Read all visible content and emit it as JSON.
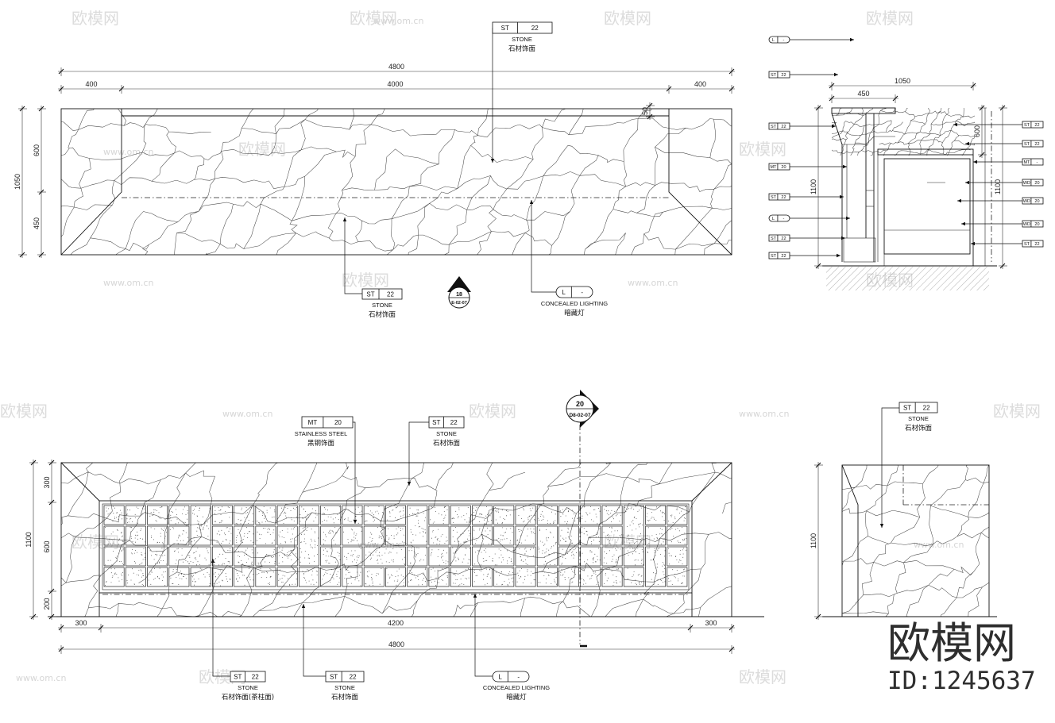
{
  "plan": {
    "dim_total": "4800",
    "dim_left": "400",
    "dim_mid": "4000",
    "dim_right": "400",
    "dim_height": "1050",
    "dim_upper": "600",
    "dim_lower": "450",
    "dim_small": "50",
    "tag_top": {
      "code": "ST",
      "num": "22",
      "en": "STONE",
      "cn": "石材饰面"
    },
    "tag_stone": {
      "code": "ST",
      "num": "22",
      "en": "STONE",
      "cn": "石材饰面"
    },
    "tag_light": {
      "code": "L",
      "num": "-",
      "en": "CONCEALED LIGHTING",
      "cn": "暗藏灯"
    },
    "section_mark": {
      "num": "18",
      "ref": "E-02-07"
    }
  },
  "section": {
    "dim_width": "1050",
    "dim_top": "450",
    "dim_left_height": "1100",
    "dim_right_upper": "600",
    "dim_right_height": "1100",
    "tags_left": [
      {
        "code": "L",
        "num": "-"
      },
      {
        "code": "ST",
        "num": "22"
      },
      {
        "code": "ST",
        "num": "22"
      },
      {
        "code": "MT",
        "num": "20"
      },
      {
        "code": "ST",
        "num": "22"
      },
      {
        "code": "L",
        "num": "-"
      },
      {
        "code": "ST",
        "num": "22"
      },
      {
        "code": "ST",
        "num": "22"
      }
    ],
    "tags_right": [
      {
        "code": "ST",
        "num": "22"
      },
      {
        "code": "ST",
        "num": "22"
      },
      {
        "code": "MT",
        "num": "-"
      },
      {
        "code": "WD",
        "num": "20"
      },
      {
        "code": "WD",
        "num": "20"
      },
      {
        "code": "WD",
        "num": "20"
      },
      {
        "code": "ST",
        "num": "22"
      }
    ]
  },
  "front": {
    "dim_total": "4800",
    "dim_left": "300",
    "dim_mid": "4200",
    "dim_right": "300",
    "dim_height": "1100",
    "dim_top": "300",
    "dim_mid_h": "600",
    "dim_bottom": "200",
    "tag_steel": {
      "code": "MT",
      "num": "20",
      "en": "STAINLESS STEEL",
      "cn": "黑钢饰面"
    },
    "tag_stone_top": {
      "code": "ST",
      "num": "22",
      "en": "STONE",
      "cn": "石材饰面"
    },
    "tag_stone_col": {
      "code": "ST",
      "num": "22",
      "en": "STONE",
      "cn": "石材饰面(茶柱面)"
    },
    "tag_stone_bottom": {
      "code": "ST",
      "num": "22",
      "en": "STONE",
      "cn": "石材饰面"
    },
    "tag_light": {
      "code": "L",
      "num": "-",
      "en": "CONCEALED LIGHTING",
      "cn": "暗藏灯"
    },
    "section_mark": {
      "num": "20",
      "ref": "D8-02-07"
    }
  },
  "side": {
    "dim_height": "1100",
    "tag": {
      "code": "ST",
      "num": "22",
      "en": "STONE",
      "cn": "石材饰面"
    }
  },
  "watermark": {
    "brand": "欧模网",
    "site": "www.om.cn",
    "id": "ID:1245637"
  }
}
